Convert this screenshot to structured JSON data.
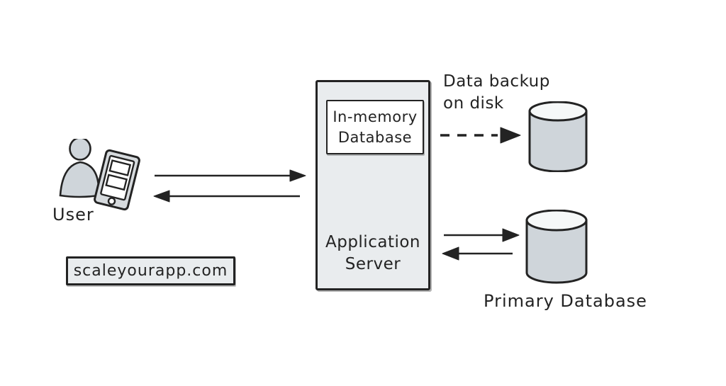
{
  "diagram": {
    "user": {
      "label": "User"
    },
    "watermark": {
      "label": "scaleyourapp.com"
    },
    "application_server": {
      "line1": "Application",
      "line2": "Server"
    },
    "in_memory_db": {
      "line1": "In-memory",
      "line2": "Database"
    },
    "backup": {
      "caption_line1": "Data backup",
      "caption_line2": "on disk"
    },
    "primary_db": {
      "label": "Primary Database"
    },
    "arrows": [
      {
        "name": "user-to-server",
        "style": "solid",
        "direction": "right"
      },
      {
        "name": "server-to-user",
        "style": "solid",
        "direction": "left"
      },
      {
        "name": "in-memory-to-backup-disk",
        "style": "dashed",
        "direction": "right"
      },
      {
        "name": "server-to-primary-db",
        "style": "solid",
        "direction": "right"
      },
      {
        "name": "primary-db-to-server",
        "style": "solid",
        "direction": "left"
      }
    ],
    "icons": {
      "user": "person-silhouette",
      "device": "tablet",
      "backup_disk": "database-cylinder",
      "primary_db": "database-cylinder"
    }
  },
  "colors": {
    "ink": "#232323",
    "box_fill": "#e9ecee",
    "cylinder_body": "#cfd5da",
    "cylinder_top": "#f6f8f8",
    "white": "#ffffff",
    "background": "#ffffff"
  }
}
